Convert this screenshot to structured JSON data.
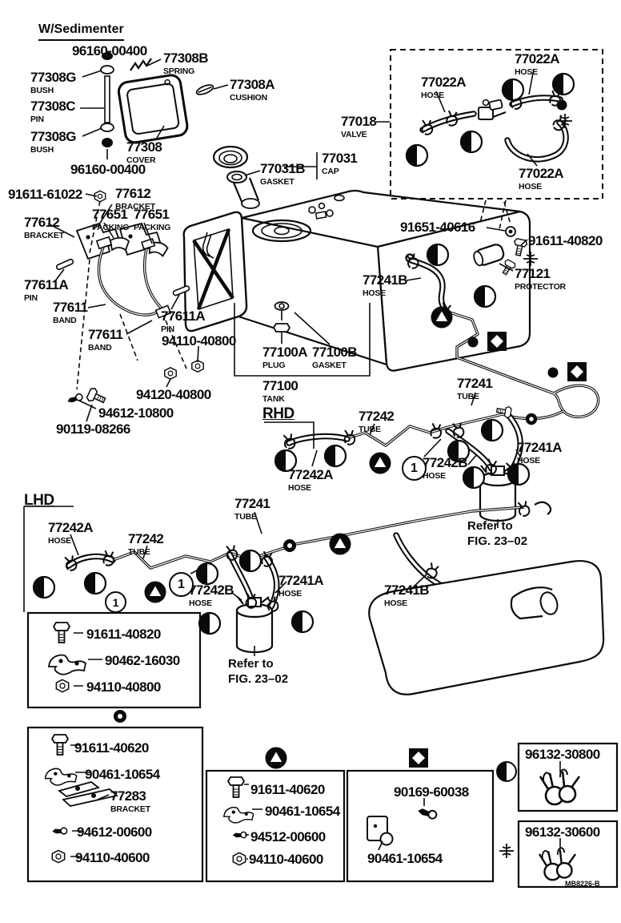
{
  "titles": {
    "sedimenter": "W/Sedimenter",
    "rhd": "RHD",
    "lhd": "LHD"
  },
  "notes": {
    "line1": "Refer to",
    "line2": "FIG. 23–02"
  },
  "symbols": {
    "callout_one": "1",
    "half_circle_marker": "half-filled-circle",
    "triangle_marker": "triangle-in-circle",
    "diamond_marker": "diamond-in-square",
    "ring_marker": "ring",
    "cross_marker": "cross-clip"
  },
  "footer_code": "MB8226-B",
  "callouts": [
    {
      "part": "96160-00400",
      "desc": ""
    },
    {
      "part": "77308G",
      "desc": "BUSH"
    },
    {
      "part": "77308B",
      "desc": "SPRING"
    },
    {
      "part": "77308A",
      "desc": "CUSHION"
    },
    {
      "part": "77308C",
      "desc": "PIN"
    },
    {
      "part": "77308G",
      "desc": "BUSH"
    },
    {
      "part": "77308",
      "desc": "COVER"
    },
    {
      "part": "96160-00400",
      "desc": ""
    },
    {
      "part": "77031",
      "desc": "CAP"
    },
    {
      "part": "77031B",
      "desc": "GASKET"
    },
    {
      "part": "77018",
      "desc": "VALVE"
    },
    {
      "part": "77022A",
      "desc": "HOSE"
    },
    {
      "part": "77022A",
      "desc": "HOSE"
    },
    {
      "part": "77022A",
      "desc": "HOSE"
    },
    {
      "part": "91611-61022",
      "desc": ""
    },
    {
      "part": "77612",
      "desc": "BRACKET"
    },
    {
      "part": "77651",
      "desc": "PACKING"
    },
    {
      "part": "77651",
      "desc": "PACKING"
    },
    {
      "part": "77612",
      "desc": "BRACKET"
    },
    {
      "part": "91651-40616",
      "desc": ""
    },
    {
      "part": "91611-40820",
      "desc": ""
    },
    {
      "part": "77121",
      "desc": "PROTECTOR"
    },
    {
      "part": "77611A",
      "desc": "PIN"
    },
    {
      "part": "77241B",
      "desc": "HOSE"
    },
    {
      "part": "77611",
      "desc": "BAND"
    },
    {
      "part": "77611A",
      "desc": "PIN"
    },
    {
      "part": "77611",
      "desc": "BAND"
    },
    {
      "part": "94110-40800",
      "desc": ""
    },
    {
      "part": "77100A",
      "desc": "PLUG"
    },
    {
      "part": "77100B",
      "desc": "GASKET"
    },
    {
      "part": "77100",
      "desc": "TANK"
    },
    {
      "part": "94120-40800",
      "desc": ""
    },
    {
      "part": "94612-10800",
      "desc": ""
    },
    {
      "part": "90119-08266",
      "desc": ""
    },
    {
      "part": "77241",
      "desc": "TUBE"
    },
    {
      "part": "77242",
      "desc": "TUBE"
    },
    {
      "part": "77242A",
      "desc": "HOSE"
    },
    {
      "part": "77242B",
      "desc": "HOSE"
    },
    {
      "part": "77241A",
      "desc": "HOSE"
    },
    {
      "part": "77241",
      "desc": "TUBE"
    },
    {
      "part": "77242A",
      "desc": "HOSE"
    },
    {
      "part": "77242",
      "desc": "TUBE"
    },
    {
      "part": "77242B",
      "desc": "HOSE"
    },
    {
      "part": "77241A",
      "desc": "HOSE"
    },
    {
      "part": "77241B",
      "desc": "HOSE"
    },
    {
      "part": "91611-40820",
      "desc": ""
    },
    {
      "part": "90462-16030",
      "desc": ""
    },
    {
      "part": "94110-40800",
      "desc": ""
    },
    {
      "part": "91611-40620",
      "desc": ""
    },
    {
      "part": "90461-10654",
      "desc": ""
    },
    {
      "part": "77283",
      "desc": "BRACKET"
    },
    {
      "part": "94612-00600",
      "desc": ""
    },
    {
      "part": "94110-40600",
      "desc": ""
    },
    {
      "part": "91611-40620",
      "desc": ""
    },
    {
      "part": "90461-10654",
      "desc": ""
    },
    {
      "part": "94512-00600",
      "desc": ""
    },
    {
      "part": "94110-40600",
      "desc": ""
    },
    {
      "part": "90169-60038",
      "desc": ""
    },
    {
      "part": "90461-10654",
      "desc": ""
    },
    {
      "part": "96132-30800",
      "desc": ""
    },
    {
      "part": "96132-30600",
      "desc": ""
    }
  ]
}
